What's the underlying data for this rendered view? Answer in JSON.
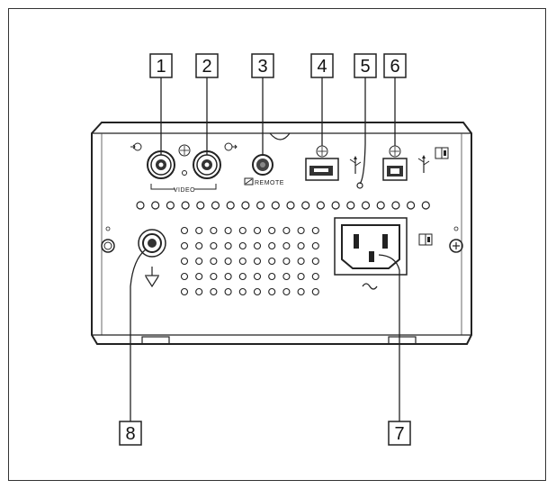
{
  "diagram": {
    "callouts": [
      {
        "id": "1",
        "label": "1"
      },
      {
        "id": "2",
        "label": "2"
      },
      {
        "id": "3",
        "label": "3"
      },
      {
        "id": "4",
        "label": "4"
      },
      {
        "id": "5",
        "label": "5"
      },
      {
        "id": "6",
        "label": "6"
      },
      {
        "id": "7",
        "label": "7"
      },
      {
        "id": "8",
        "label": "8"
      }
    ],
    "panel_labels": {
      "video": "VIDEO",
      "remote": "REMOTE"
    },
    "icons": [
      "video-in-icon",
      "video-out-icon",
      "usb-icon",
      "ground-icon",
      "ac-power-icon",
      "manual-reference-icon"
    ]
  }
}
